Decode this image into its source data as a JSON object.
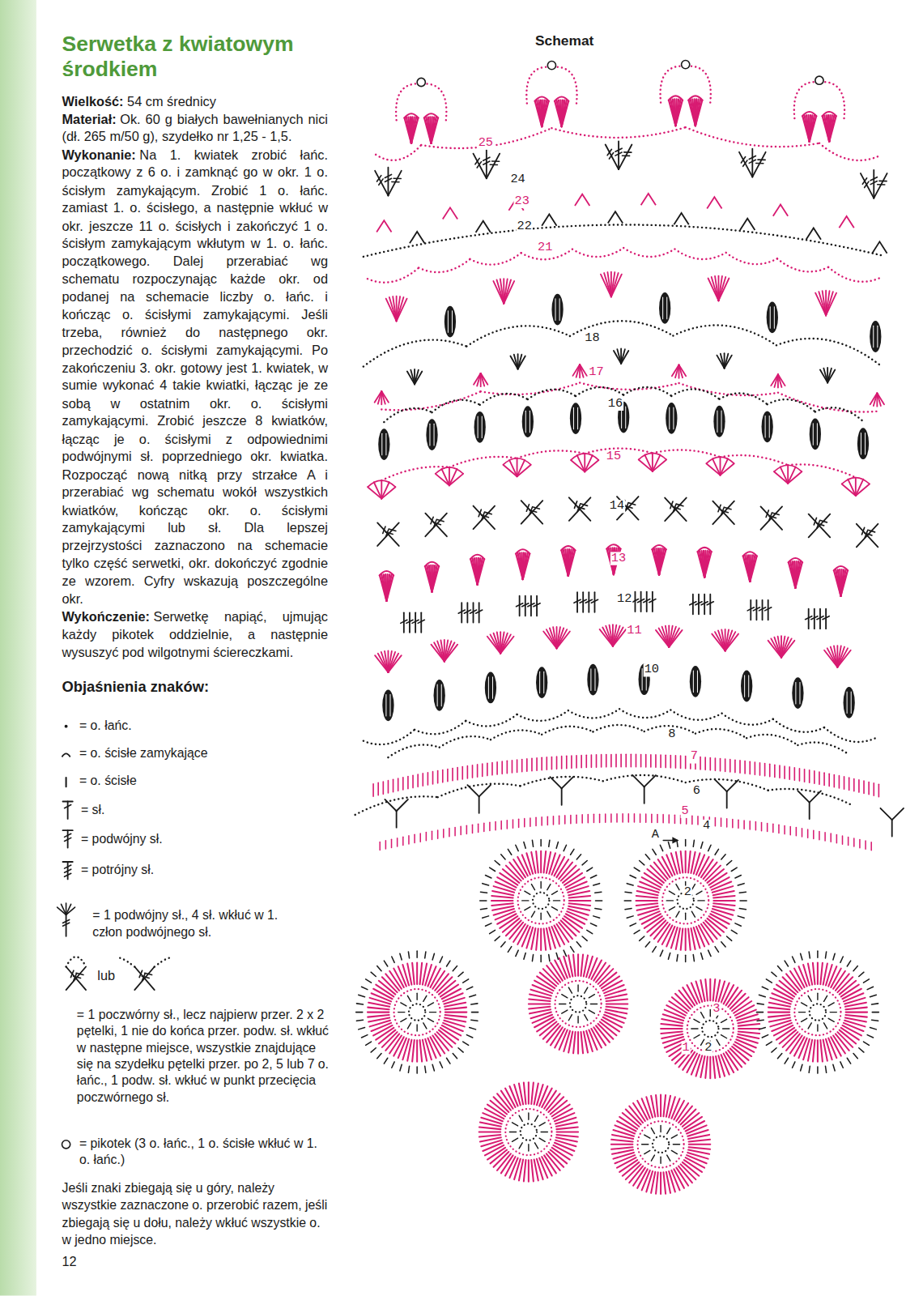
{
  "diagram": {
    "title": "Serwetka z kwiatowym środkiem",
    "labels": [
      "Wielkość:",
      "54 cm średnicy",
      "Materiał:",
      "Ok. 60 g białych bawełnianych nici (dł. 265 m/50 g), szydełko nr 1,25 - 1,5.",
      "Wykonanie:",
      "Na 1. kwiatek zrobić łańc. początkowy z 6 o. i zamknąć go w okr. 1 o. ścisłym zamykającym. Zrobić 1 o. łańc. zamiast 1. o. ścisłego, a następnie wkłuć w okr. jeszcze 11 o. ścisłych i zakończyć 1 o. ścisłym zamykającym wkłutym w 1. o. łańc. początkowego. Dalej przerabiać wg schematu rozpoczynając każde okr. od podanej na schemacie liczby o. łańc. i kończąc o. ścisłymi zamykającymi. Jeśli trzeba, również do następnego okr. przechodzić o. ścisłymi zamykającymi. Po zakończeniu 3. okr. gotowy jest 1. kwiatek, w sumie wykonać 4 takie kwiatki, łącząc je ze sobą w ostatnim okr. o. ścisłymi zamykającymi. Zrobić jeszcze 8 kwiatków, łącząc je o. ścisłymi z odpowiednimi podwójnymi sł. poprzedniego okr. kwiatka. Rozpocząć nową nitką przy strzałce A i przerabiać wg schematu wokół wszystkich kwiatków, kończąc okr. o. ścisłymi zamykającymi lub sł. Dla lepszej przejrzystości zaznaczono na schemacie tylko część serwetki, okr. dokończyć zgodnie ze wzorem. Cyfry wskazują poszczególne okr.",
      "Wykończenie:",
      "Serwetkę napiąć, ujmując każdy pikotek oddzielnie, a następnie wysuszyć pod wilgotnymi ściereczkami.",
      "Objaśnienia znaków:",
      "lub",
      "Jeśli znaki zbiegają się u góry, należy wszystkie zaznaczone o. przerobić razem, jeśli zbiegają się u dołu, należy wkłuć wszystkie o. w jedno miejsce.",
      "12",
      "Schemat",
      "25",
      "24",
      "23",
      "22",
      "21",
      "18",
      "17",
      "16",
      "15",
      "14",
      "13",
      "12",
      "11",
      "10",
      "8",
      "7",
      "6",
      "5",
      "4",
      "A",
      "2",
      "3",
      "1",
      "2"
    ],
    "legend": [
      {
        "text": "= o. łańc."
      },
      {
        "text": "= o. ścisłe zamykające"
      },
      {
        "text": "= o. ścisłe"
      },
      {
        "text": "= sł."
      },
      {
        "text": "= podwójny sł."
      },
      {
        "text": "= potrójny sł."
      },
      {
        "text": "= 1 podwójny sł., 4 sł. wkłuć w 1. człon podwójnego sł."
      },
      {
        "text": "= 1 poczwórny sł., lecz najpierw przer. 2 x 2 pętelki, 1 nie do końca przer. podw. sł. wkłuć w następne miejsce, wszystkie znajdujące się na szydełku pętelki przer. po 2, 5 lub 7 o. łańc., 1 podw. sł. wkłuć w punkt przecięcia poczwórnego sł."
      },
      {
        "text": "= pikotek (3 o. łańc., 1 o. ścisłe wkłuć w 1. o. łańc.)"
      }
    ]
  }
}
